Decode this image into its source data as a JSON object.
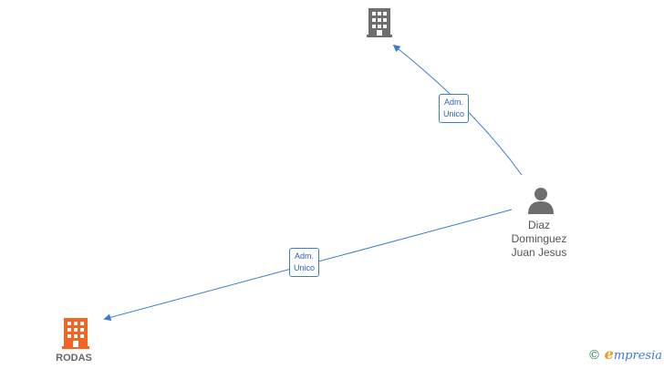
{
  "nodes": {
    "company_top": {
      "label": "",
      "color": "#6e6e6e",
      "icon": "building-icon"
    },
    "company_rodas": {
      "label": "RODAS",
      "color": "#f26522",
      "icon": "building-icon"
    },
    "person": {
      "label_lines": [
        "Diaz",
        "Dominguez",
        "Juan Jesus"
      ],
      "color": "#6e6e6e",
      "icon": "person-icon"
    }
  },
  "edges": [
    {
      "from": "person",
      "to": "company_top",
      "label_lines": [
        "Adm.",
        "Unico"
      ]
    },
    {
      "from": "person",
      "to": "company_rodas",
      "label_lines": [
        "Adm.",
        "Unico"
      ]
    }
  ],
  "colors": {
    "edge": "#3a7bd5"
  },
  "watermark": {
    "symbol": "©",
    "initial": "e",
    "rest": "mpresia"
  }
}
